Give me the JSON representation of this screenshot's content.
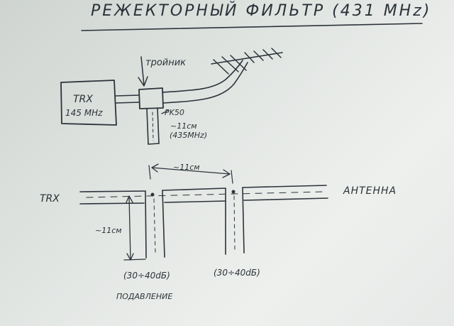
{
  "title": "РЕЖЕКТОРНЫЙ ФИЛЬТР (431 MHz)",
  "top_diagram": {
    "trx_label": "TRX",
    "trx_freq": "145 MHz",
    "tee_label": "тройник",
    "cable_label": "PK50",
    "stub_length": "~11см",
    "stub_freq": "(435MHz)"
  },
  "bottom_diagram": {
    "left_label": "TRX",
    "right_label": "АНТЕННА",
    "spacing_label": "~11см",
    "stub_length": "~11см",
    "stub1_attenuation": "(30÷40dБ)",
    "stub2_attenuation": "(30÷40dБ)",
    "suppression_label": "ПОДАВЛЕНИЕ"
  }
}
